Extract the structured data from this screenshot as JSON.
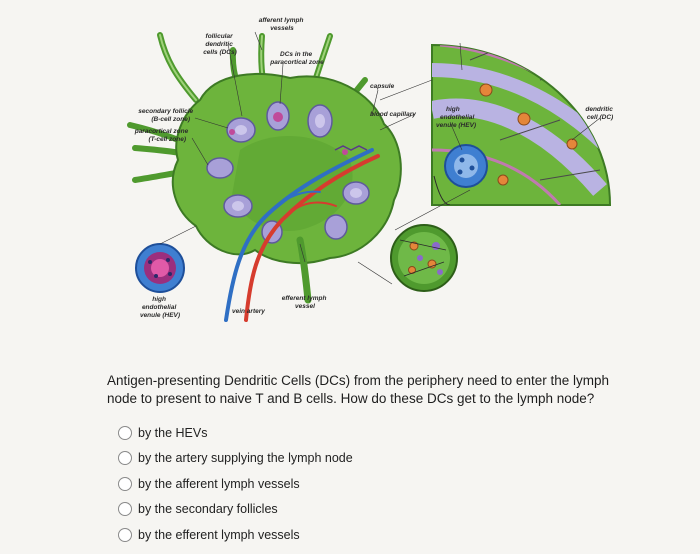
{
  "diagram": {
    "labels": {
      "afferent_top": [
        "afferent lymph",
        "vessels"
      ],
      "follicular_dc": [
        "follicular",
        "dendritic",
        "cells (DCs)"
      ],
      "dcs_paracortical": [
        "DCs in the",
        "paracortical zone"
      ],
      "secondary_follicle": [
        "secondary follicle",
        "(B-cell zone)"
      ],
      "paracortical_zone": [
        "paracortical zone",
        "(T-cell zone)"
      ],
      "capsule": "capsule",
      "blood_capillary": "blood capillary",
      "hev_right": [
        "high",
        "endothelial",
        "venule (HEV)"
      ],
      "dendritic_cell": [
        "dendritic",
        "cell (DC)"
      ],
      "hev_left": [
        "high",
        "endothelial",
        "venule (HEV)"
      ],
      "vein_artery": "vein  artery",
      "efferent": [
        "efferent lymph",
        "vessel"
      ]
    },
    "colors": {
      "node_green": "#6db43c",
      "node_dark": "#3d7a24",
      "follicle_lilac": "#a8a0d8",
      "artery_red": "#d63c2e",
      "vein_blue": "#2f6fc4",
      "hev_magenta": "#a8328a",
      "dc_orange": "#e4863a"
    }
  },
  "question": {
    "text": "Antigen-presenting Dendritic Cells (DCs) from the periphery need to enter the lymph node to present to naive T and B cells. How do these DCs get to the lymph node?"
  },
  "options": [
    {
      "label": "by the HEVs",
      "selected": false
    },
    {
      "label": "by the artery supplying the lymph node",
      "selected": false
    },
    {
      "label": "by the afferent lymph vessels",
      "selected": false
    },
    {
      "label": "by the secondary follicles",
      "selected": false
    },
    {
      "label": "by the efferent lymph vessels",
      "selected": false
    }
  ]
}
